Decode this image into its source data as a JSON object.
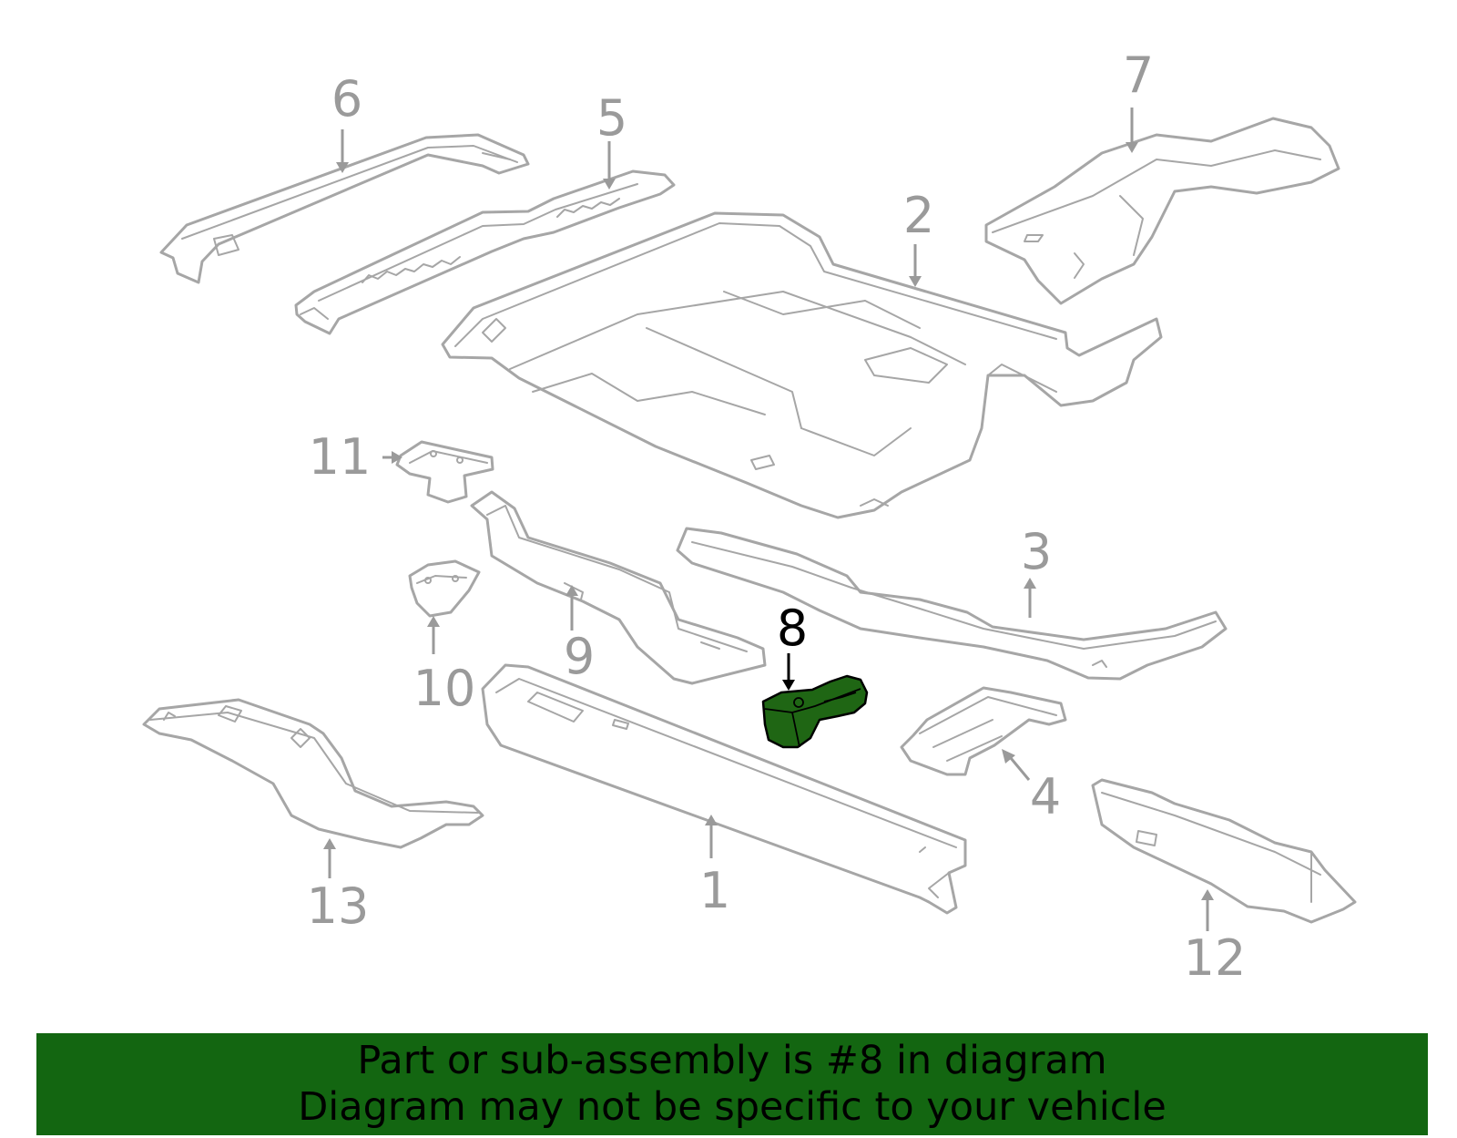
{
  "callouts": [
    {
      "number": "1"
    },
    {
      "number": "2"
    },
    {
      "number": "3"
    },
    {
      "number": "4"
    },
    {
      "number": "5"
    },
    {
      "number": "6"
    },
    {
      "number": "7"
    },
    {
      "number": "8"
    },
    {
      "number": "9"
    },
    {
      "number": "10"
    },
    {
      "number": "11"
    },
    {
      "number": "12"
    },
    {
      "number": "13"
    }
  ],
  "highlighted_part": "8",
  "colors": {
    "highlight_fill": "#1f6614",
    "banner_background": "#136611",
    "line_art": "#a6a6a6",
    "callout_text": "#9a9a9a"
  },
  "banner": {
    "line1": "Part or sub-assembly is #8 in diagram",
    "line2": "Diagram may not be specific to your vehicle"
  }
}
